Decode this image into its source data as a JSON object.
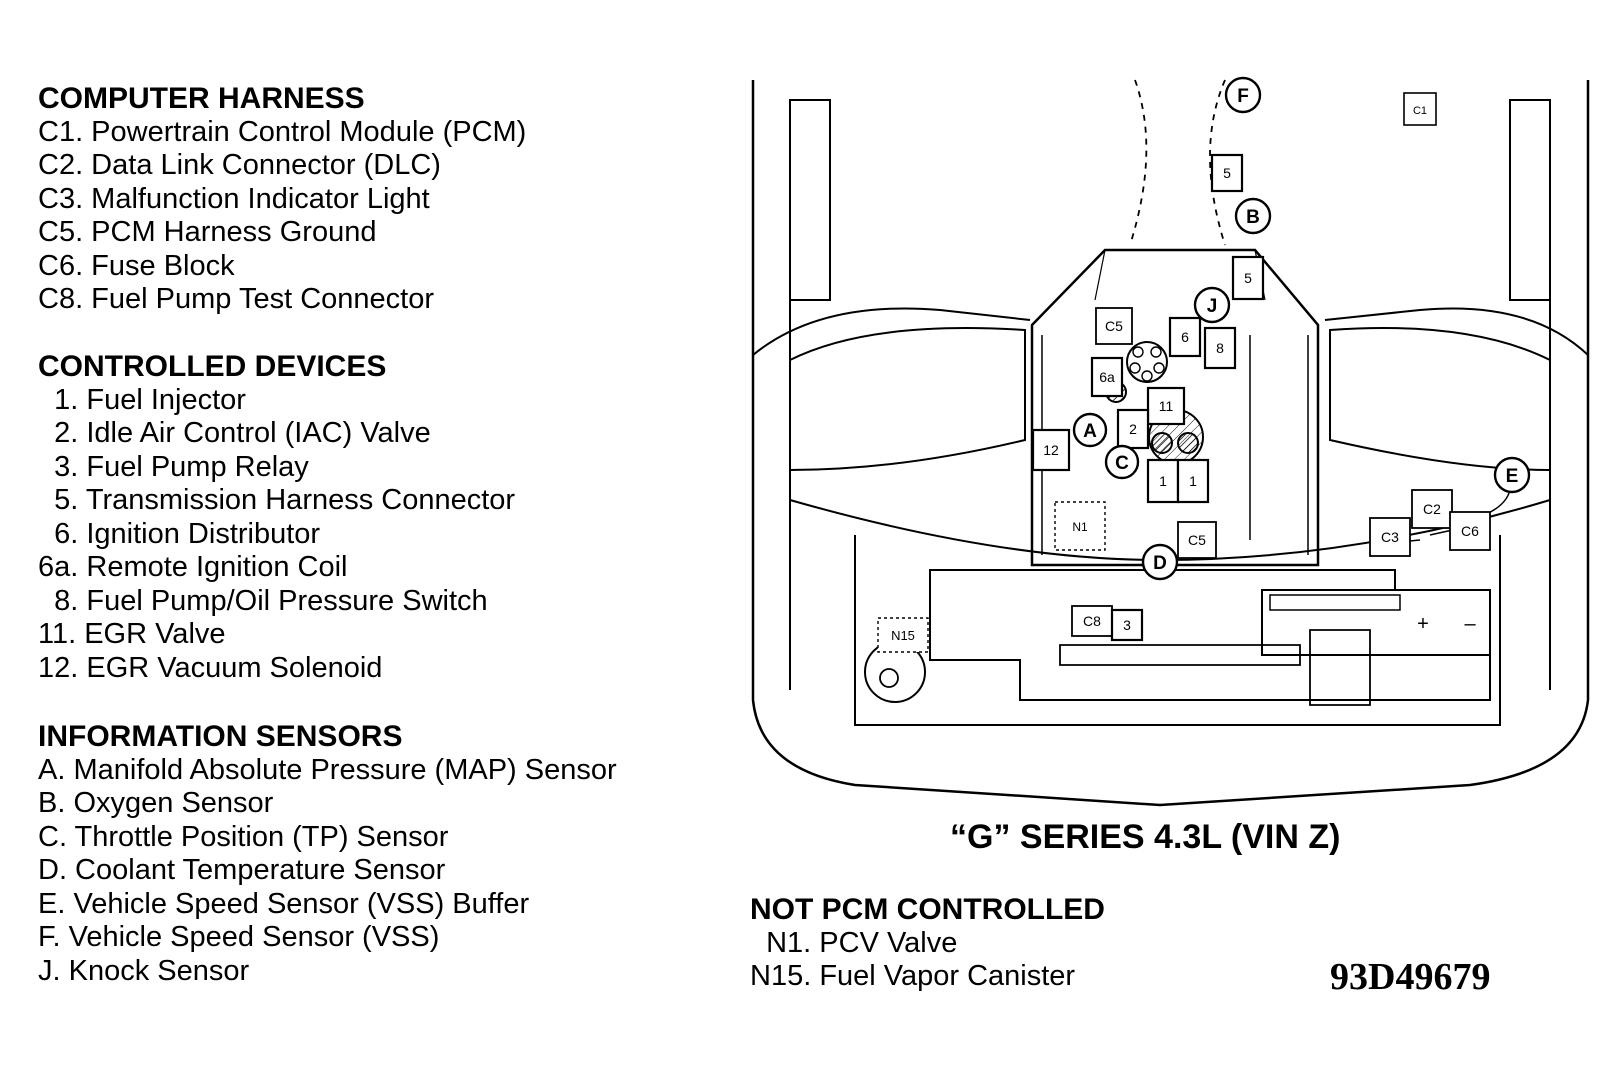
{
  "computer_harness": {
    "heading": "COMPUTER HARNESS",
    "items": [
      "C1. Powertrain Control Module (PCM)",
      "C2. Data Link Connector (DLC)",
      "C3. Malfunction Indicator Light",
      "C5. PCM Harness Ground",
      "C6. Fuse Block",
      "C8. Fuel Pump Test Connector"
    ]
  },
  "controlled_devices": {
    "heading": "CONTROLLED DEVICES",
    "items": [
      "  1. Fuel Injector",
      "  2. Idle Air Control (IAC) Valve",
      "  3. Fuel Pump Relay",
      "  5. Transmission Harness Connector",
      "  6. Ignition Distributor",
      "6a. Remote Ignition Coil",
      "  8. Fuel Pump/Oil Pressure Switch",
      "11. EGR Valve",
      "12. EGR Vacuum Solenoid"
    ]
  },
  "information_sensors": {
    "heading": "INFORMATION SENSORS",
    "items": [
      "A. Manifold Absolute Pressure (MAP) Sensor",
      "B. Oxygen Sensor",
      "C. Throttle Position (TP) Sensor",
      "D. Coolant Temperature Sensor",
      "E. Vehicle Speed Sensor (VSS) Buffer",
      "F. Vehicle Speed Sensor (VSS)",
      "J. Knock Sensor"
    ]
  },
  "diagram": {
    "title": "“G” SERIES 4.3L (VIN Z)",
    "labels": {
      "F": "F",
      "B": "B",
      "J": "J",
      "A": "A",
      "C": "C",
      "D": "D",
      "E": "E",
      "c1": "C1",
      "c2": "C2",
      "c3": "C3",
      "c5": "C5",
      "c6": "C6",
      "c8": "C8",
      "n1": "N1",
      "n15": "N15",
      "d5": "5",
      "d6": "6",
      "d6a": "6a",
      "d8": "8",
      "d11": "11",
      "d2": "2",
      "d12": "12",
      "d1": "1",
      "d3": "3",
      "plus": "+",
      "minus": "–"
    }
  },
  "not_pcm_controlled": {
    "heading": "NOT PCM CONTROLLED",
    "items": [
      "  N1. PCV Valve",
      "N15. Fuel Vapor Canister"
    ]
  },
  "figure_number": "93D49679"
}
